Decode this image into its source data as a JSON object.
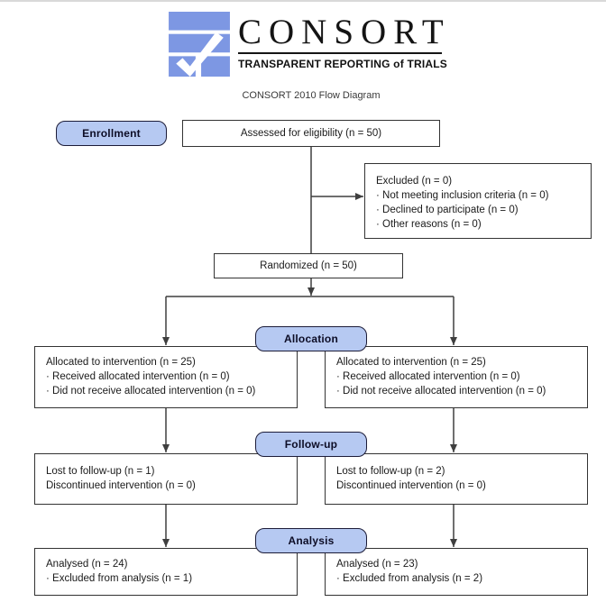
{
  "logo": {
    "wordmark": "CONSORT",
    "tagline": "TRANSPARENT REPORTING of TRIALS",
    "brand_blue": "#7d97e3"
  },
  "page": {
    "title": "CONSORT 2010 Flow Diagram"
  },
  "colors": {
    "badge_fill": "#b6c9f2",
    "badge_border": "#1c1c38",
    "box_border": "#333333",
    "connector": "#3f3f3f"
  },
  "badges": {
    "enrollment": "Enrollment",
    "allocation": "Allocation",
    "followup": "Follow-up",
    "analysis": "Analysis"
  },
  "boxes": {
    "assessed": {
      "text": "Assessed for eligibility (n = 50)"
    },
    "excluded": {
      "lines": [
        "Excluded (n = 0)",
        "· Not meeting inclusion criteria (n = 0)",
        "· Declined to participate (n = 0)",
        "· Other reasons (n = 0)"
      ]
    },
    "randomized": {
      "text": "Randomized (n = 50)"
    },
    "alloc_left": {
      "lines": [
        "Allocated to intervention (n = 25)",
        "· Received allocated intervention (n = 0)",
        "· Did not receive allocated intervention (n = 0)"
      ]
    },
    "alloc_right": {
      "lines": [
        "Allocated to intervention (n = 25)",
        "· Received allocated intervention (n = 0)",
        "· Did not receive allocated intervention (n = 0)"
      ]
    },
    "followup_left": {
      "lines": [
        "Lost to follow-up (n = 1)",
        "Discontinued intervention (n = 0)"
      ]
    },
    "followup_right": {
      "lines": [
        "Lost to follow-up (n = 2)",
        "Discontinued intervention (n = 0)"
      ]
    },
    "analysis_left": {
      "lines": [
        "Analysed (n = 24)",
        "· Excluded from analysis (n = 1)"
      ]
    },
    "analysis_right": {
      "lines": [
        "Analysed (n = 23)",
        "· Excluded from analysis (n = 2)"
      ]
    }
  }
}
